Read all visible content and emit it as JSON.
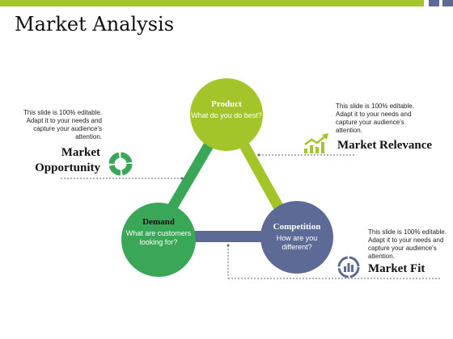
{
  "slide": {
    "title": "Market Analysis"
  },
  "colors": {
    "green": "#a3c52a",
    "dark_green": "#3aa657",
    "navy": "#5d6a96"
  },
  "nodes": {
    "product": {
      "title": "Product",
      "text": "What do you do best?"
    },
    "demand": {
      "title": "Demand",
      "text": "What are customers looking for?"
    },
    "competition": {
      "title": "Competition",
      "text": "How are you different?"
    }
  },
  "callouts": {
    "market_opportunity": {
      "label": "Market Opportunity",
      "note": "This slide is 100% editable. Adapt it to your needs and capture your audience's attention.",
      "icon": "donut-chart-icon"
    },
    "market_relevance": {
      "label": "Market Relevance",
      "note": "This slide is 100% editable. Adapt it to your needs and capture your audience's attention.",
      "icon": "growth-chart-icon"
    },
    "market_fit": {
      "label": "Market Fit",
      "note": "This slide is 100% editable. Adapt it to your needs and capture your audience's attention.",
      "icon": "bar-chart-circle-icon"
    }
  }
}
